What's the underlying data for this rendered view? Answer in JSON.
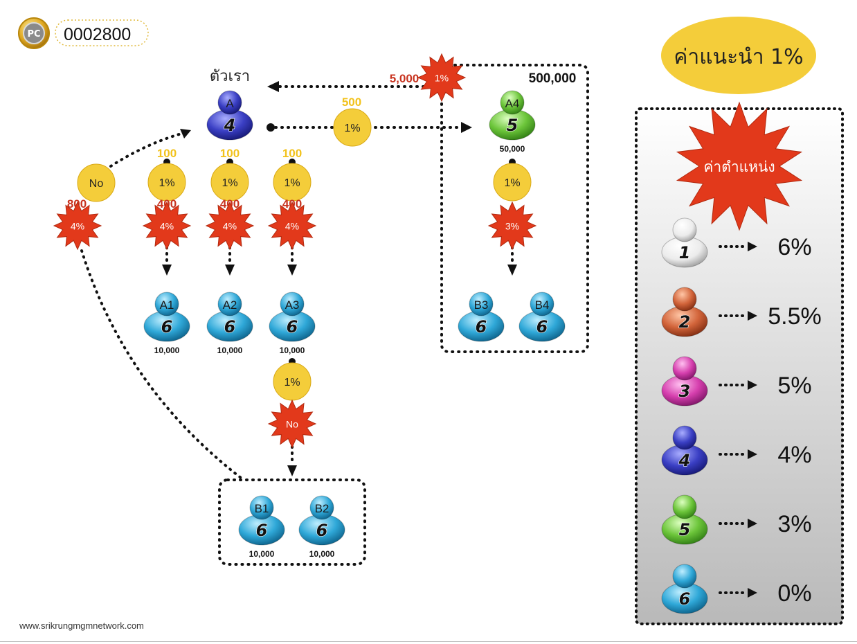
{
  "header": {
    "coin_counter": "0002800",
    "logo_text": "PC"
  },
  "title_badge": "ค่าแนะนำ 1%",
  "self_label": "ตัวเรา",
  "top_member": {
    "id": "A",
    "level": "4"
  },
  "referral_path": {
    "amount_500": "500",
    "rate_1pct": "1%",
    "amount_5000": "5,000",
    "rate_star": "1%",
    "box_total": "500,000"
  },
  "members": {
    "a4": {
      "id": "A4",
      "level": "5",
      "value": "50,000",
      "coin_rate": "1%",
      "star_rate": "3%"
    },
    "a1": {
      "id": "A1",
      "level": "6",
      "value": "10,000",
      "top_amount": "100",
      "coin_rate": "1%",
      "star_amount": "400",
      "star_rate": "4%"
    },
    "a2": {
      "id": "A2",
      "level": "6",
      "value": "10,000",
      "top_amount": "100",
      "coin_rate": "1%",
      "star_amount": "400",
      "star_rate": "4%"
    },
    "a3": {
      "id": "A3",
      "level": "6",
      "value": "10,000",
      "top_amount": "100",
      "coin_rate": "1%",
      "star_amount": "400",
      "star_rate": "4%"
    },
    "a3_child": {
      "coin_rate": "1%",
      "star_label": "No"
    },
    "b1": {
      "id": "B1",
      "level": "6",
      "value": "10,000"
    },
    "b2": {
      "id": "B2",
      "level": "6",
      "value": "10,000"
    },
    "b3": {
      "id": "B3",
      "level": "6"
    },
    "b4": {
      "id": "B4",
      "level": "6"
    }
  },
  "left_branch": {
    "coin_label": "No",
    "star_amount": "800",
    "star_rate": "4%"
  },
  "legend": {
    "header": "ค่าตำแหน่ง",
    "rows": [
      {
        "level": "1",
        "rate": "6%",
        "color": "#ececec"
      },
      {
        "level": "2",
        "rate": "5.5%",
        "color": "#d2643a"
      },
      {
        "level": "3",
        "rate": "5%",
        "color": "#d63fae"
      },
      {
        "level": "4",
        "rate": "4%",
        "color": "#3a3fc4"
      },
      {
        "level": "5",
        "rate": "3%",
        "color": "#6cc53a"
      },
      {
        "level": "6",
        "rate": "0%",
        "color": "#2fa8d8"
      }
    ]
  },
  "colors": {
    "coin": "#f4cd3a",
    "star": "#e2391b",
    "amount_red": "#c8331f",
    "amount_yellow": "#f2c21b",
    "blue_member": "#2fa8d8",
    "purple_member": "#3a3fc4",
    "green_member": "#6cc53a"
  },
  "footer": {
    "url": "www.srikrungmgmnetwork.com"
  }
}
